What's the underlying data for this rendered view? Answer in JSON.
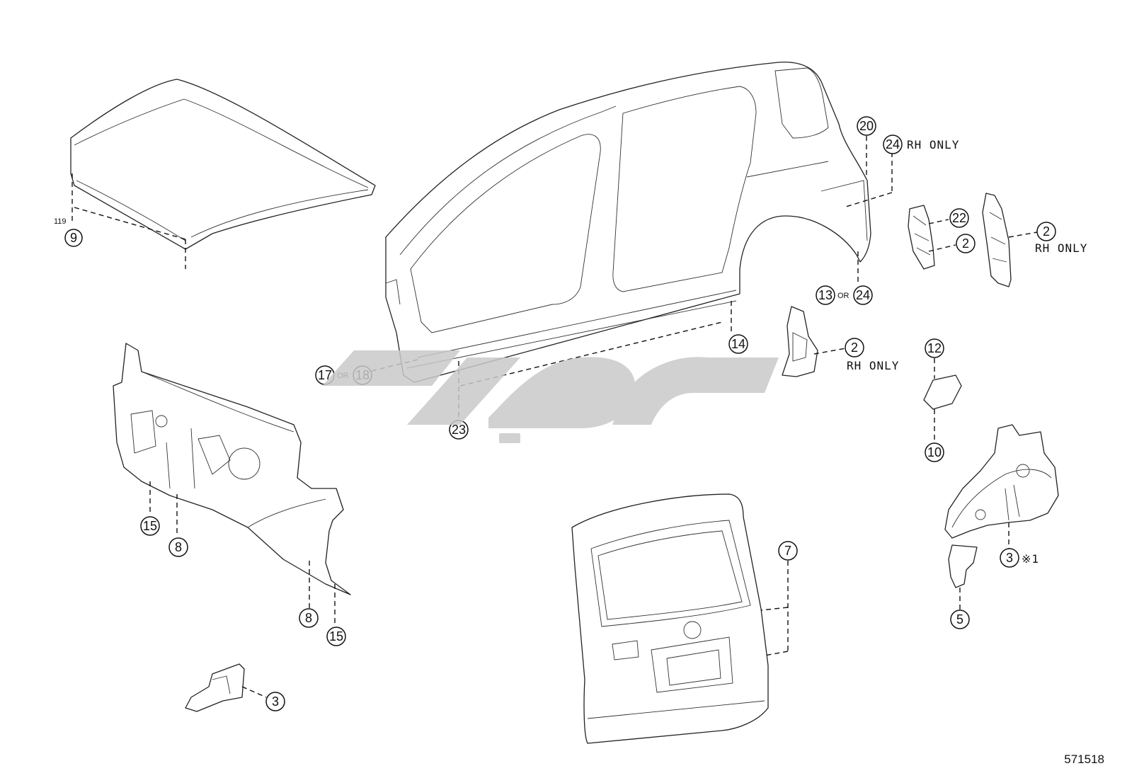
{
  "diagram_id": "571518",
  "callouts": {
    "c9": "9",
    "c119": "119",
    "c17": "17",
    "c18": "18",
    "c23": "23",
    "c14": "14",
    "c20": "20",
    "c24a": "24",
    "c13": "13",
    "c24b": "24",
    "c22": "22",
    "c2a": "2",
    "c2b": "2",
    "c2c": "2",
    "c12": "12",
    "c10": "10",
    "c15a": "15",
    "c8a": "8",
    "c8b": "8",
    "c15b": "15",
    "c3a": "3",
    "c7": "7",
    "c3b": "3",
    "c5": "5"
  },
  "connectors": {
    "or1": "OR",
    "or2": "OR"
  },
  "notes": {
    "rh_only_24": "RH ONLY",
    "rh_only_2_right": "RH ONLY",
    "rh_only_2_mid": "RH ONLY",
    "note_mark": "※1"
  },
  "watermark": {
    "color": "#c9c9c9"
  }
}
